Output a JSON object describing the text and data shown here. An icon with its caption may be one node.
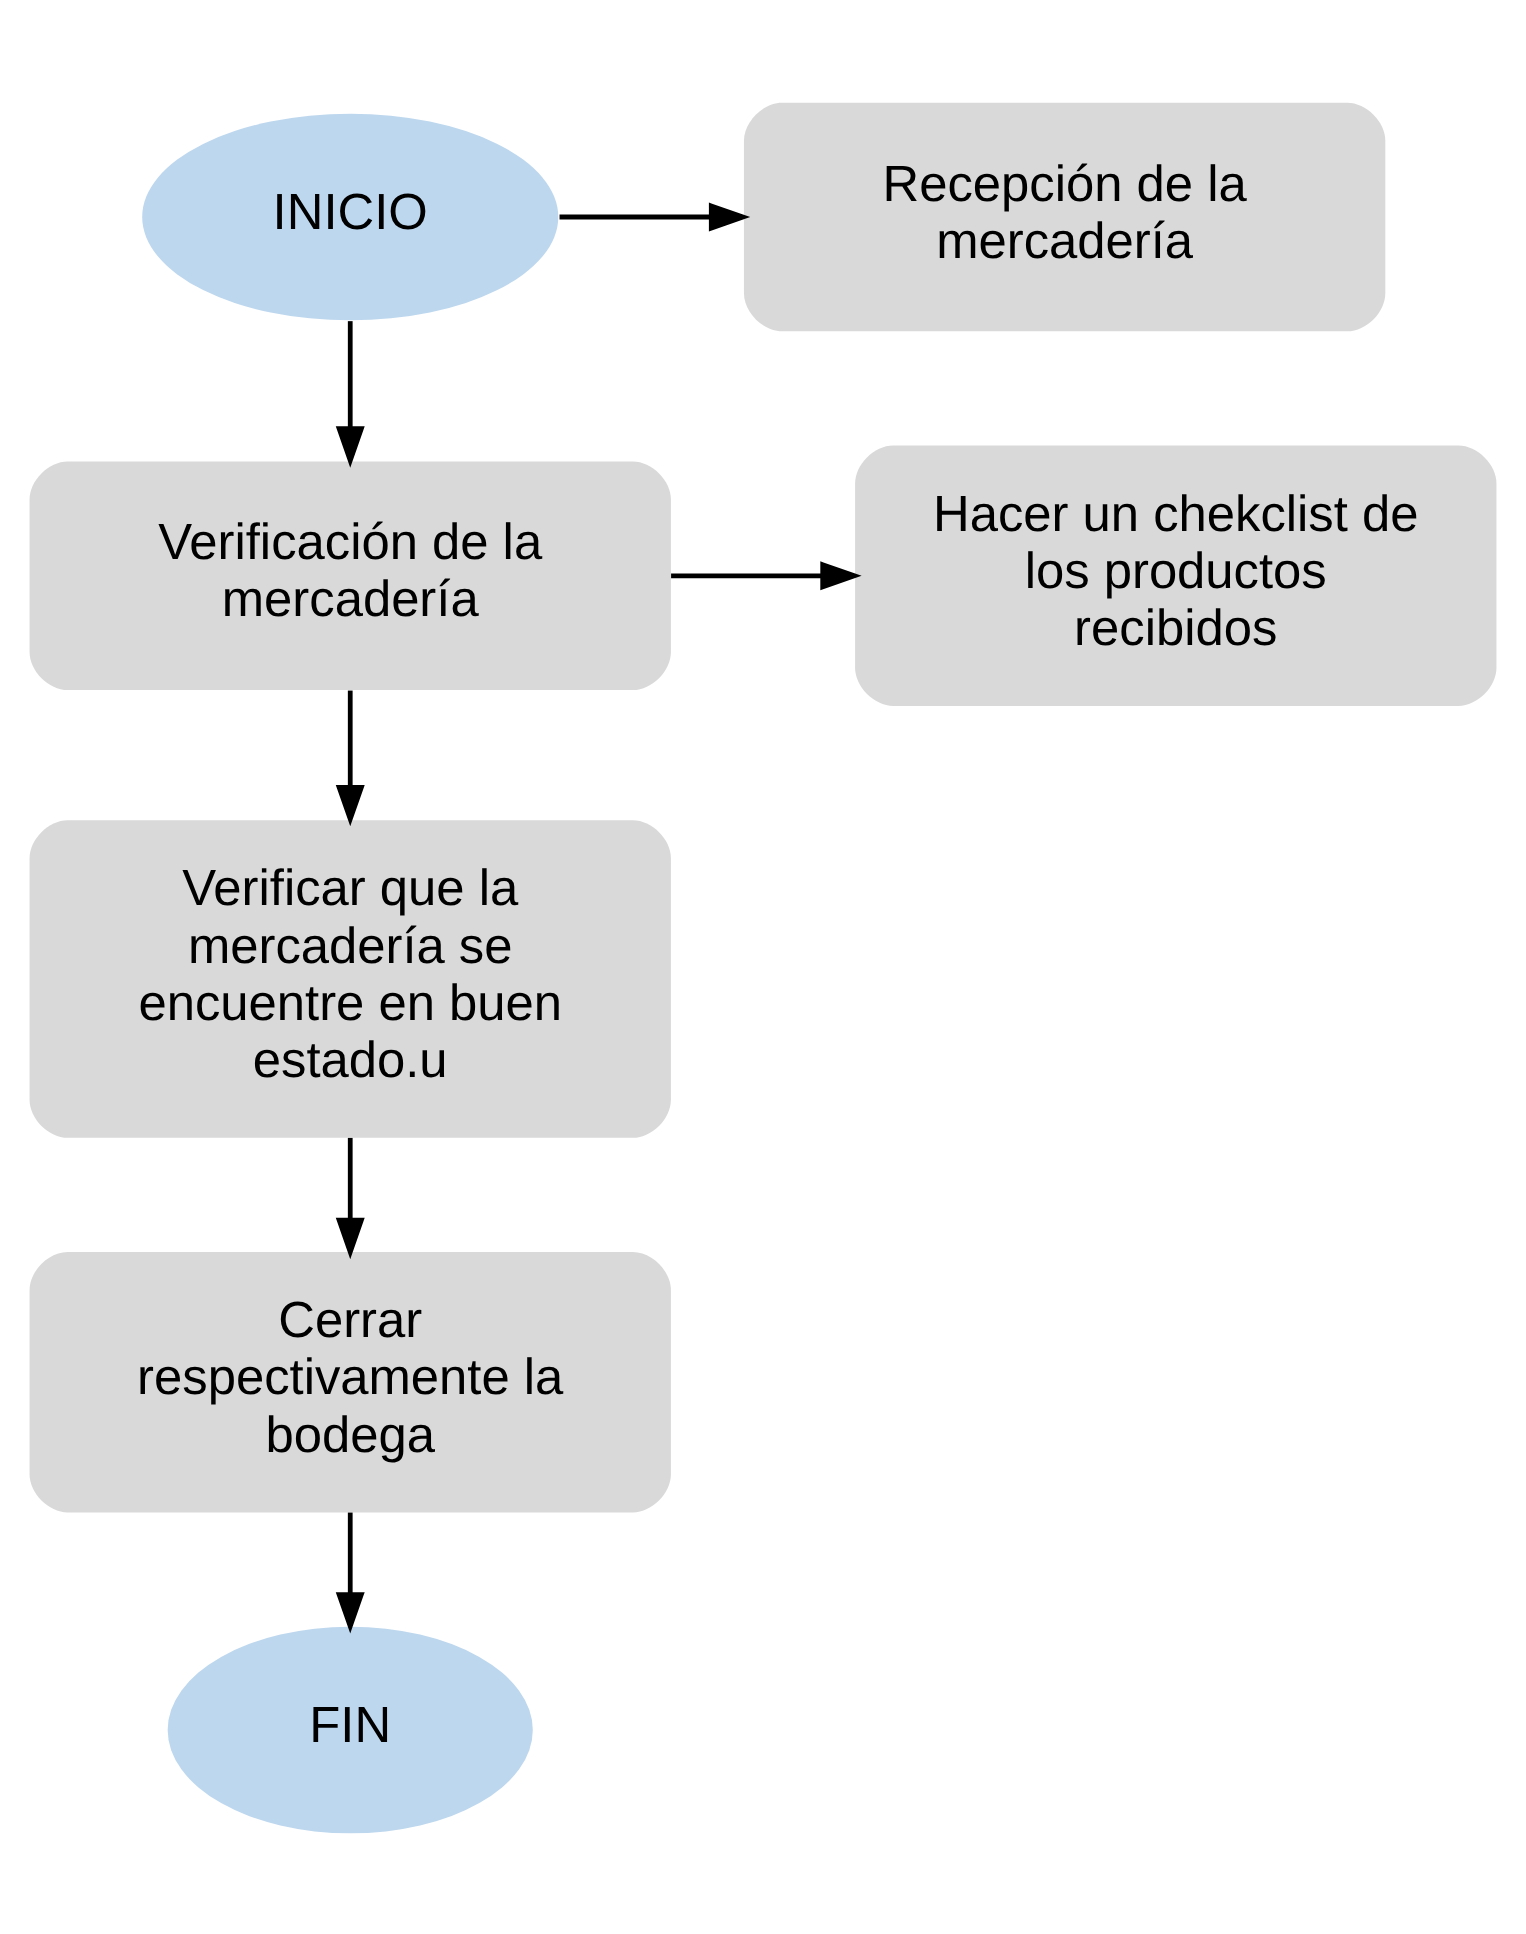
{
  "diagram": {
    "nodes": [
      {
        "text": [
          "INICIO"
        ]
      },
      {
        "text": [
          "Recepción de la mercadería"
        ]
      },
      {
        "text": [
          "Verificación de la mercadería"
        ]
      },
      {
        "text": [
          "Hacer un chekclist de los productos recibidos"
        ]
      },
      {
        "text": [
          "Verificar que la mercadería se encuentre en buen estado.u"
        ]
      },
      {
        "text": [
          "Cerrar respectivamente la bodega"
        ]
      },
      {
        "text": [
          "FIN"
        ]
      }
    ],
    "edges": [
      {
        "from": 0,
        "to": 1,
        "arrow": "to"
      },
      {
        "from": 0,
        "to": 2,
        "arrow": "to"
      },
      {
        "from": 2,
        "to": 3,
        "arrow": "to"
      },
      {
        "from": 2,
        "to": 4,
        "arrow": "to"
      },
      {
        "from": 4,
        "to": 5,
        "arrow": "to"
      },
      {
        "from": 5,
        "to": 6,
        "arrow": "to"
      }
    ]
  }
}
